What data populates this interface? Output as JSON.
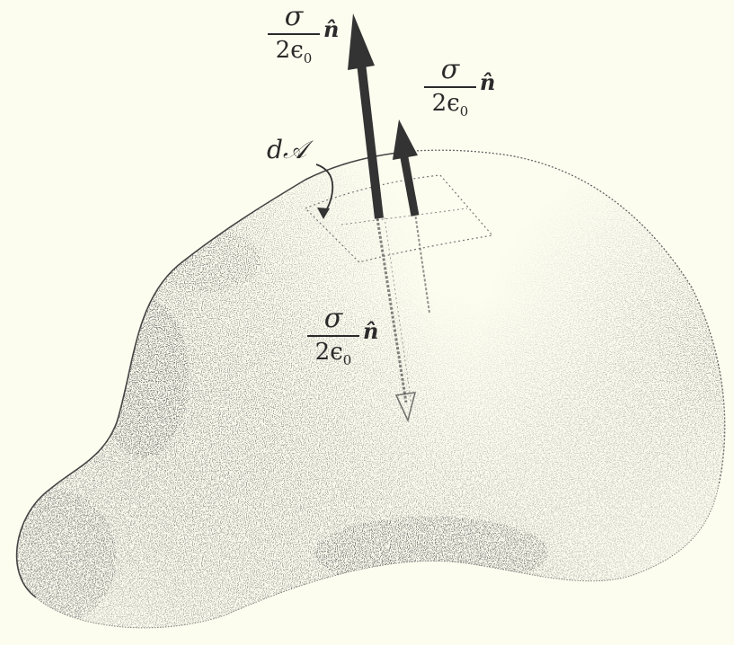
{
  "labels": {
    "area_element": "d𝒜",
    "field_outward_upper": {
      "numerator": "σ",
      "denominator": "2ϵ",
      "subscript": "0",
      "vector": "n̂"
    },
    "field_outward_lower": {
      "numerator": "σ",
      "denominator": "2ϵ",
      "subscript": "0",
      "vector": "n̂"
    },
    "field_inward": {
      "numerator": "σ",
      "denominator": "2ϵ",
      "subscript": "0",
      "vector": "n̂"
    }
  },
  "colors": {
    "background": "#fcfcef",
    "ink": "#2a2a2a",
    "shading": "#3a3a3a"
  }
}
